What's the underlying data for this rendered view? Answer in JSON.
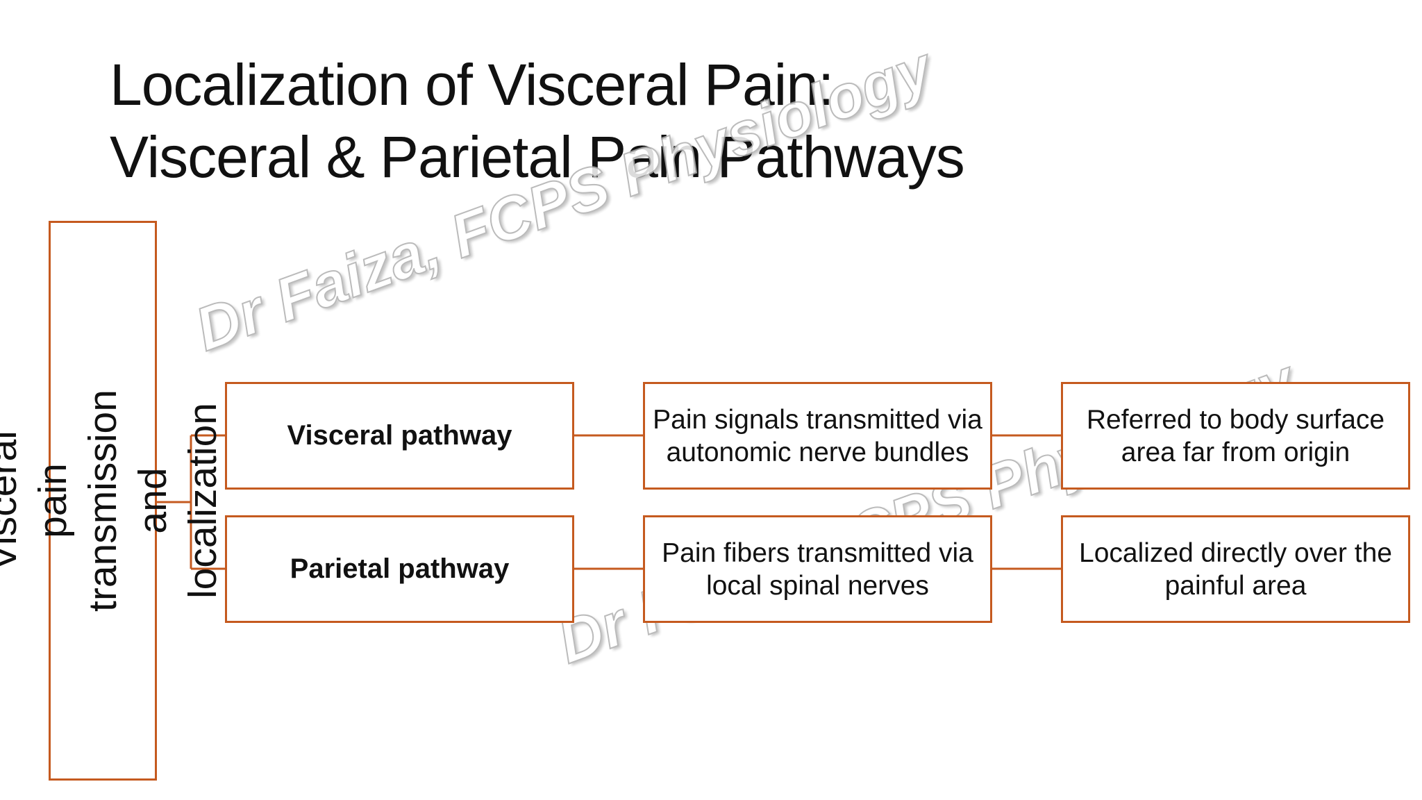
{
  "slide": {
    "title_line1": "Localization of Visceral Pain:",
    "title_line2": "Visceral & Parietal Pain Pathways",
    "watermark_text": "Dr Faiza, FCPS Physiology"
  },
  "diagram": {
    "root_label": "Visceral pain transmission\nand localization",
    "branches": [
      {
        "pathway": "Visceral pathway",
        "transmission": "Pain signals transmitted via autonomic nerve bundles",
        "localization": "Referred to body surface area far from origin"
      },
      {
        "pathway": "Parietal pathway",
        "transmission": "Pain fibers transmitted via local spinal nerves",
        "localization": "Localized directly over the painful area"
      }
    ]
  },
  "colors": {
    "accent": "#c55a1f",
    "text": "#111111",
    "background": "#ffffff"
  }
}
